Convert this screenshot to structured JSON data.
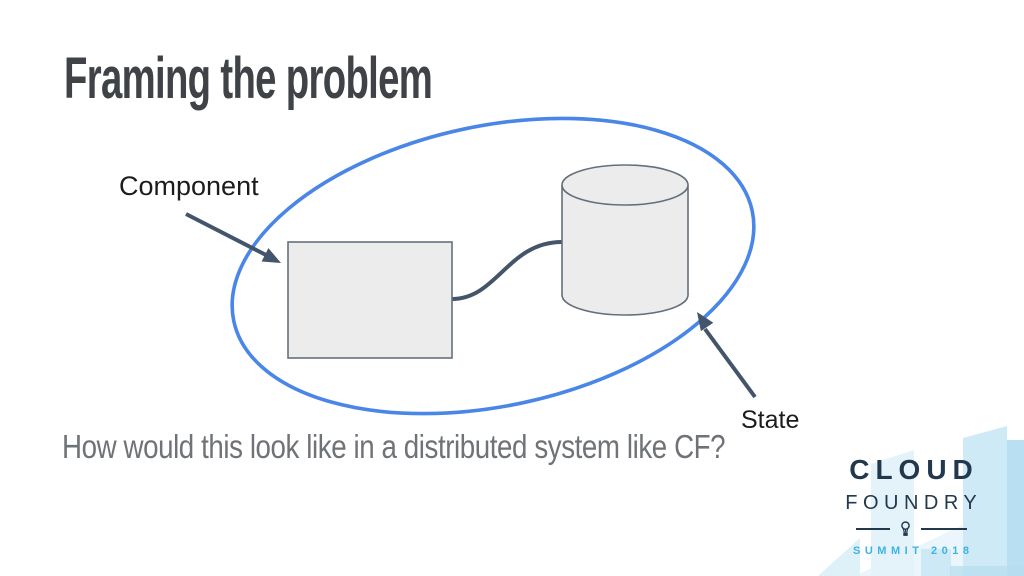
{
  "slide": {
    "title": "Framing the problem",
    "question": "How would this look like in a distributed system like CF?",
    "diagram": {
      "component_label": "Component",
      "state_label": "State"
    }
  },
  "logo": {
    "brand_line1": "CLOUD",
    "brand_line2": "FOUNDRY",
    "event_line": "SUMMIT 2018"
  },
  "colors": {
    "ellipse_blue": "#4a86e8",
    "arrow_slate": "#44546a",
    "shape_fill": "#ececec",
    "shape_border": "#65707c",
    "title_gray": "#3f4347",
    "question_gray": "#6f7276",
    "label_black": "#1c1c1c",
    "logo_navy": "#22384c",
    "summit_blue": "#3db3e2",
    "building_blue": "#cfeaf7"
  }
}
